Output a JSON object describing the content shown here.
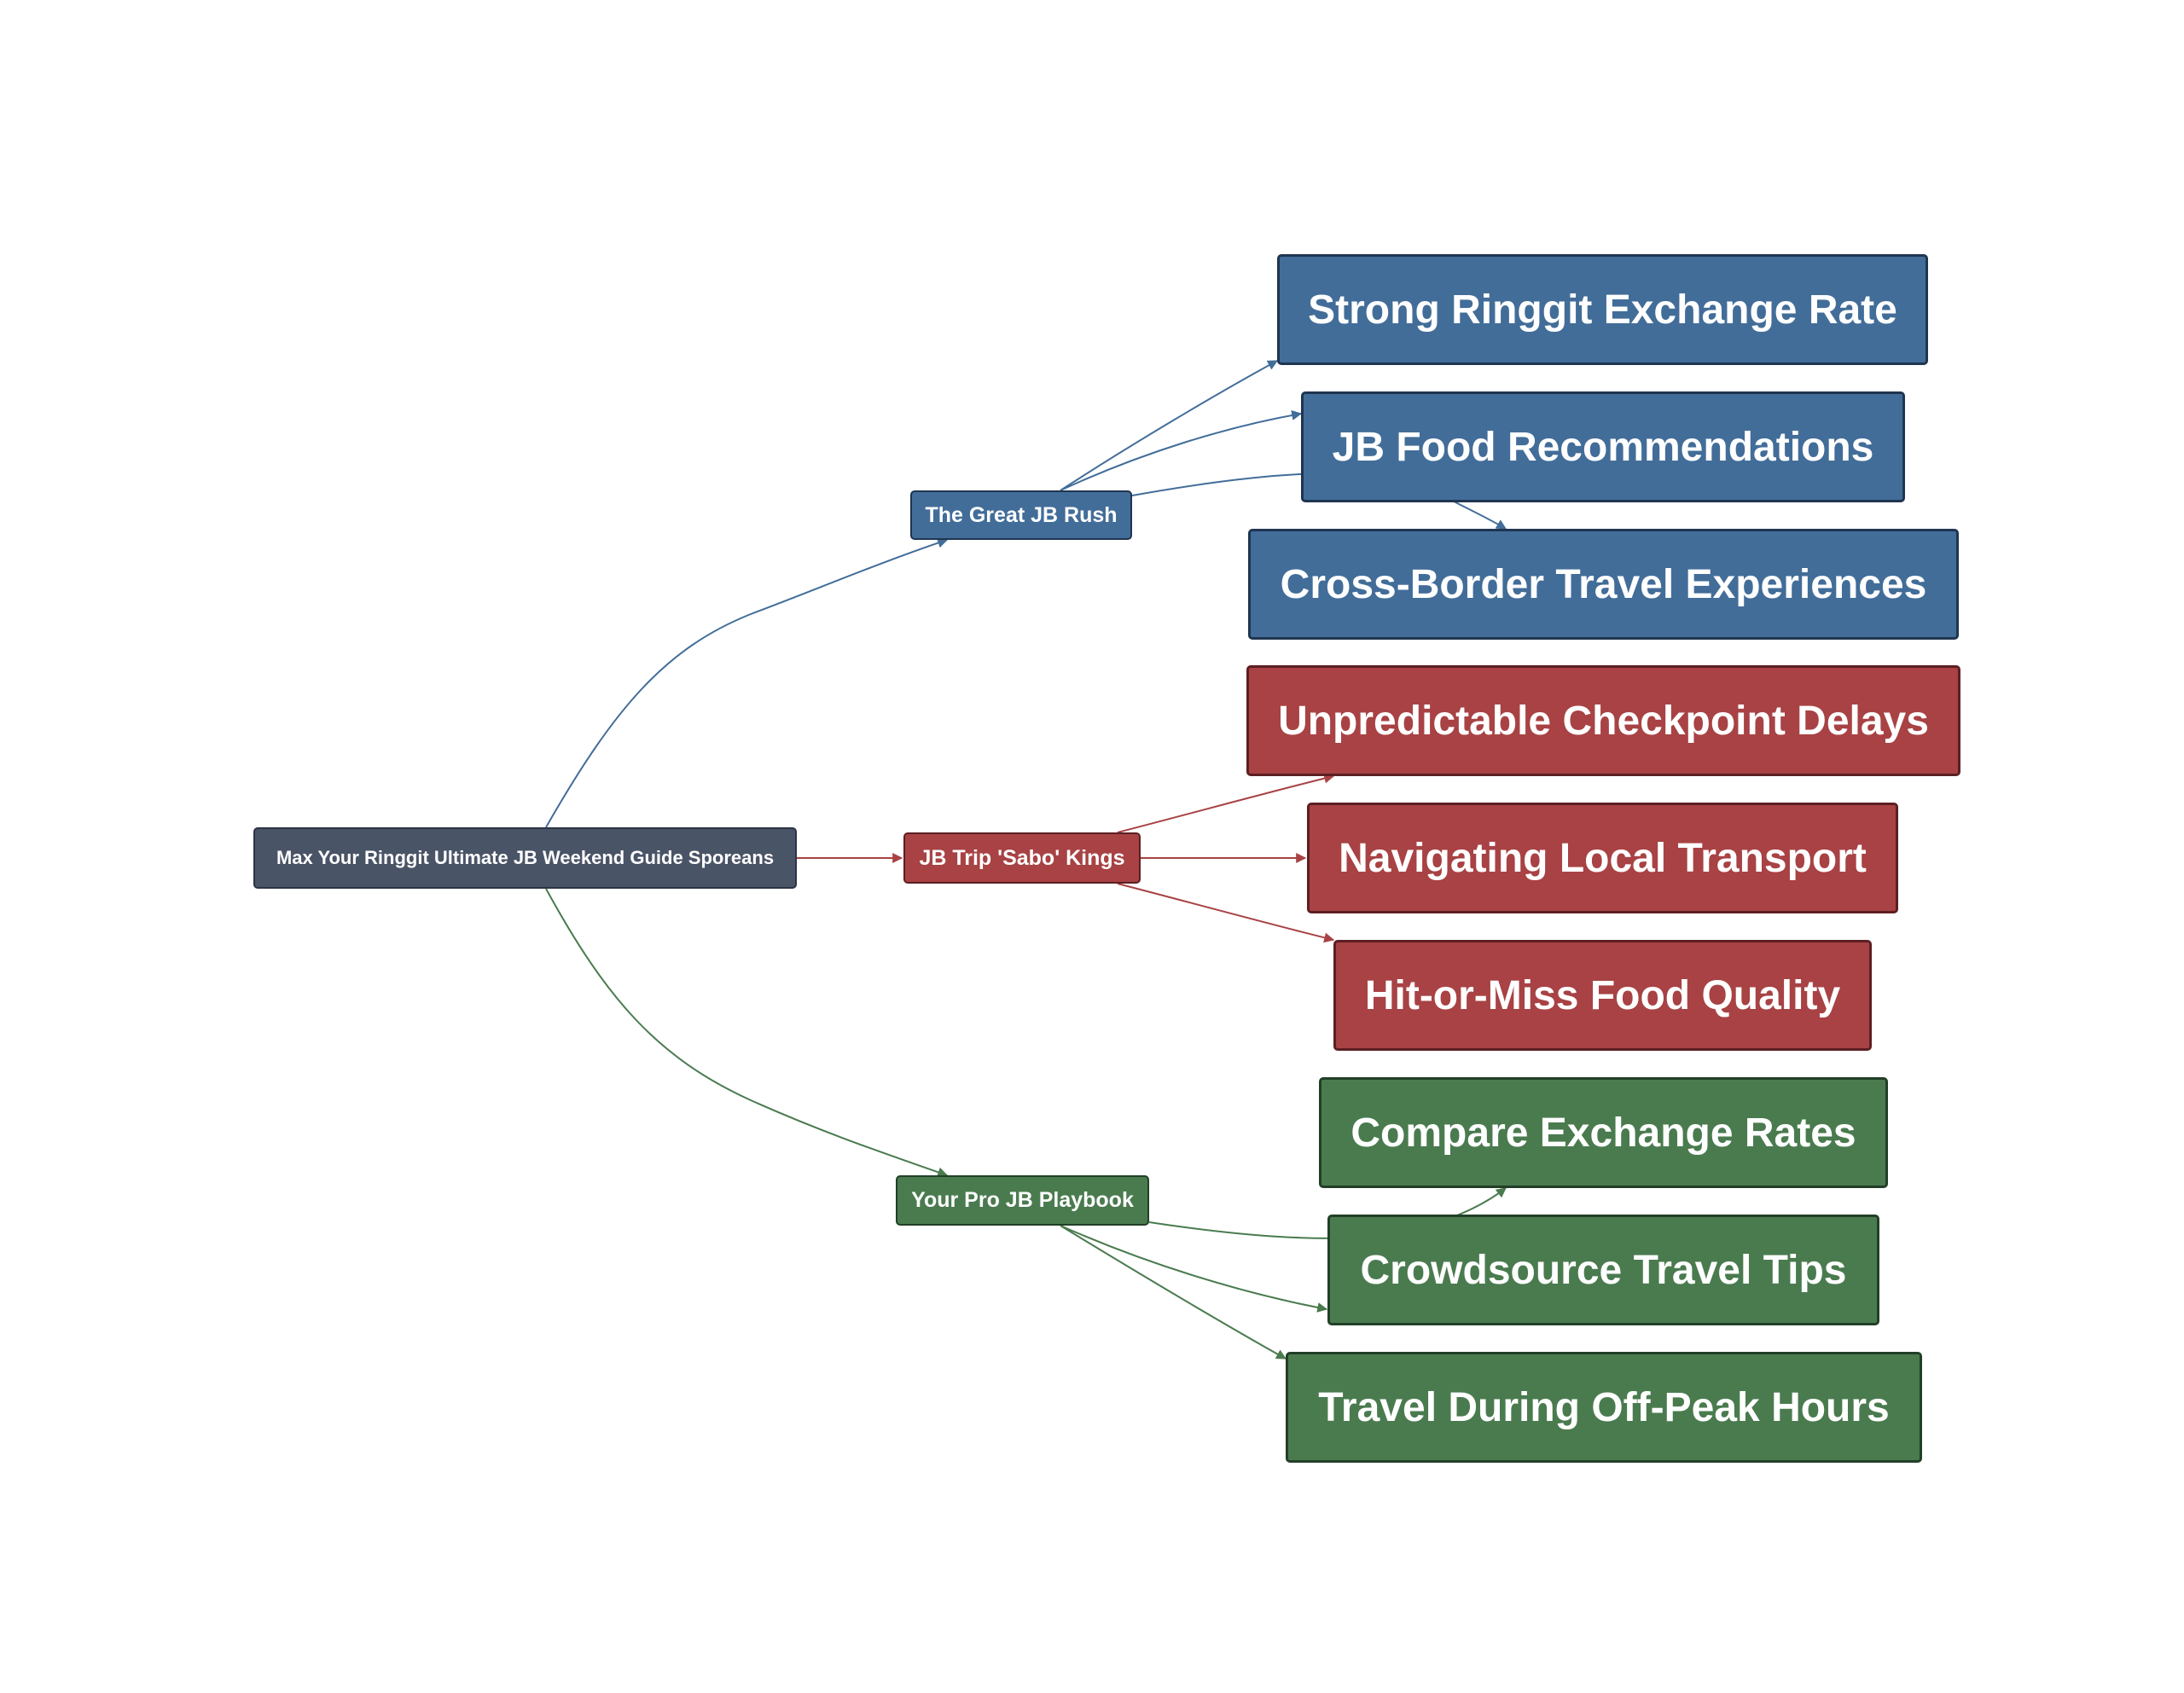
{
  "diagram": {
    "root": {
      "label": "Max Your Ringgit Ultimate JB Weekend Guide Sporeans"
    },
    "branches": [
      {
        "label": "The Great JB Rush",
        "color": "#426d99",
        "children": [
          "Strong Ringgit Exchange Rate",
          "JB Food Recommendations",
          "Cross-Border Travel Experiences"
        ]
      },
      {
        "label": "JB Trip 'Sabo' Kings",
        "color": "#a84244",
        "children": [
          "Unpredictable Checkpoint Delays",
          "Navigating Local Transport",
          "Hit-or-Miss Food Quality"
        ]
      },
      {
        "label": "Your Pro JB Playbook",
        "color": "#4a7b4f",
        "children": [
          "Compare Exchange Rates",
          "Crowdsource Travel Tips",
          "Travel During Off-Peak Hours"
        ]
      }
    ]
  }
}
